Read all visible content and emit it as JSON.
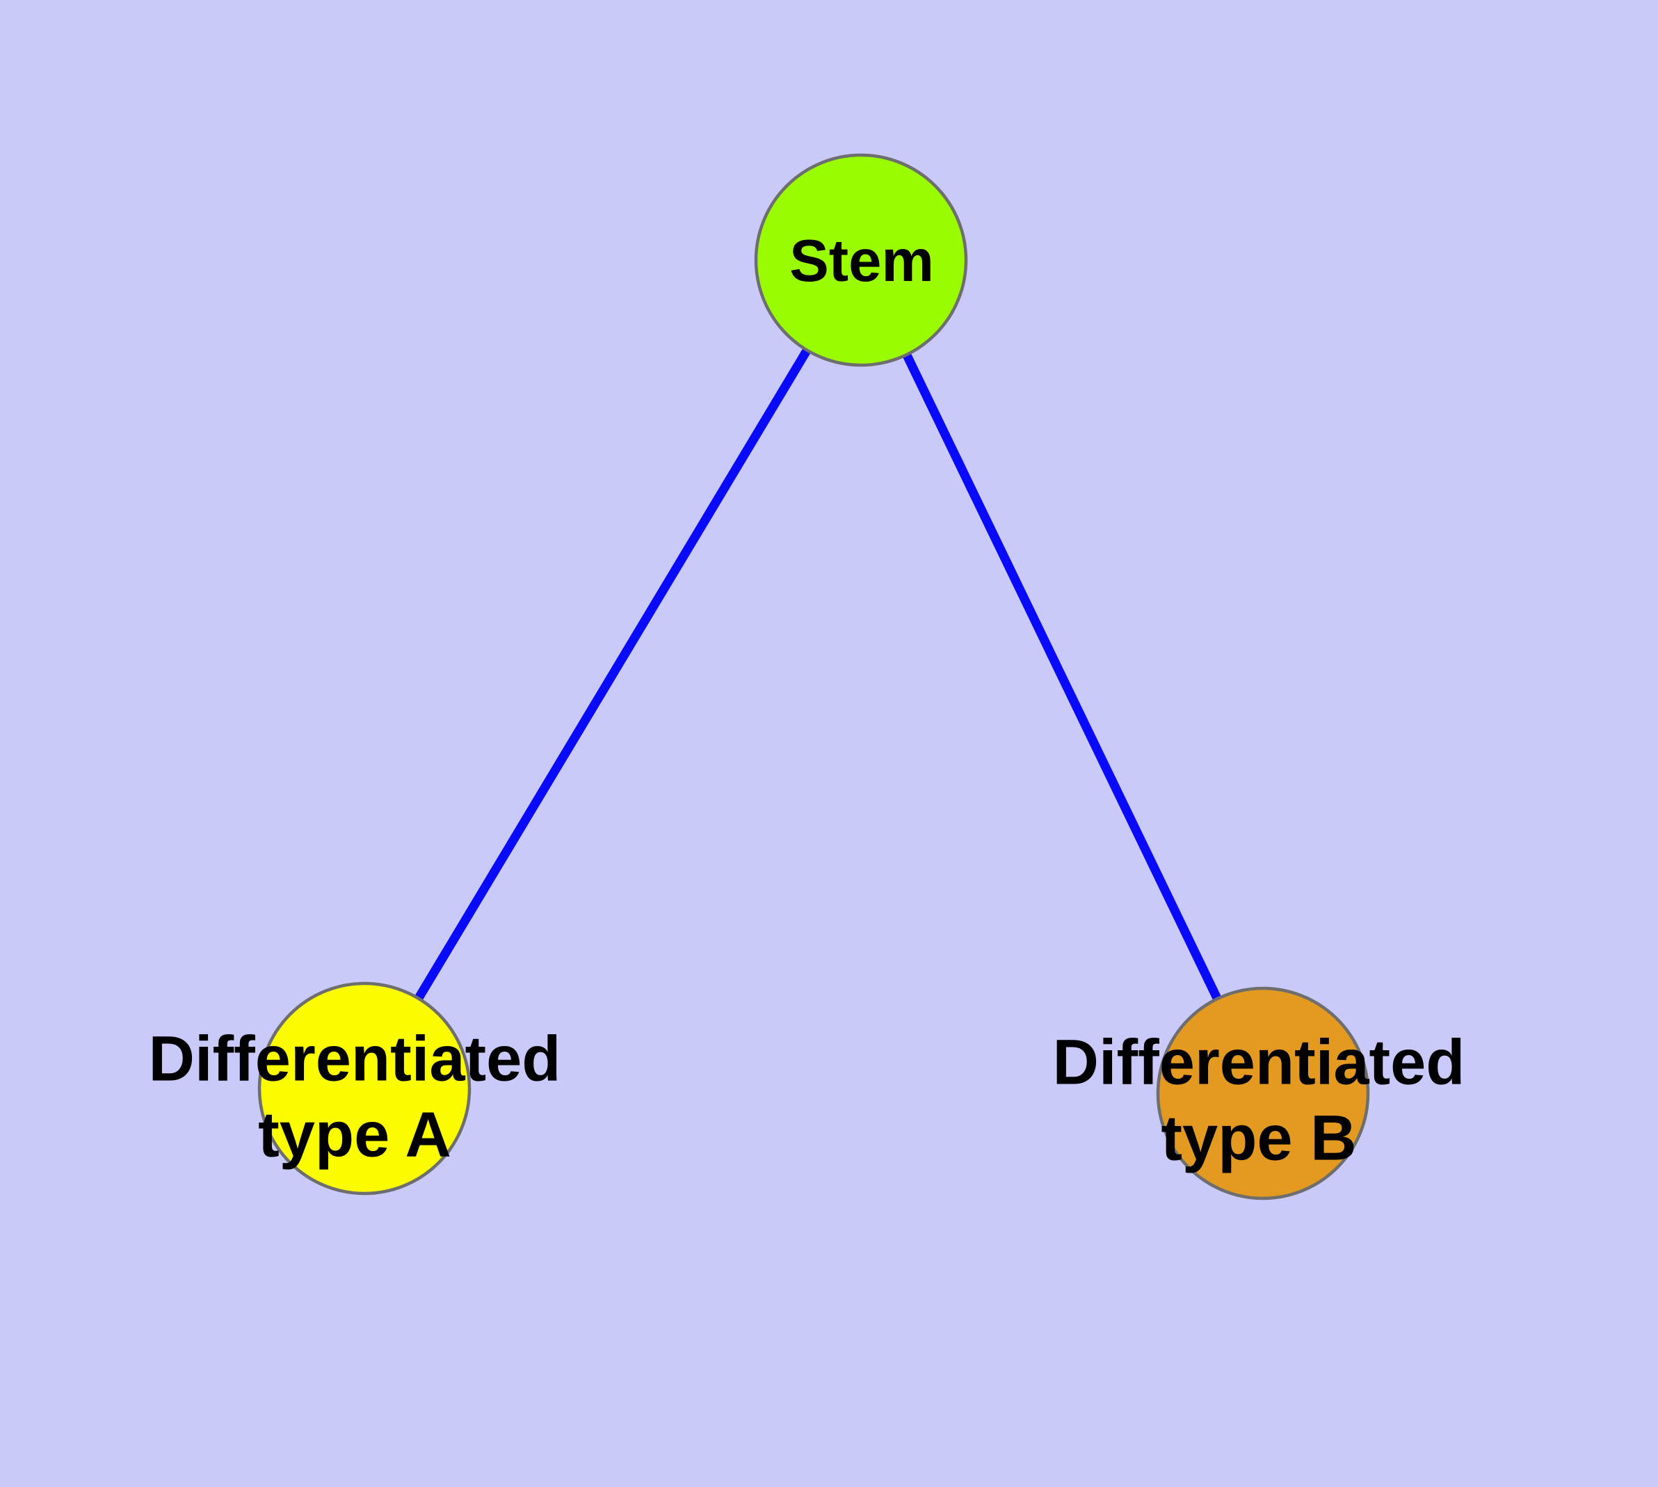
{
  "diagram": {
    "background_color": "#c9c9fa",
    "edge_color": "#0a0afa",
    "node_border_color": "#6e6e6e",
    "label_color": "#000000",
    "nodes": [
      {
        "id": "stem",
        "label": "Stem",
        "fill_color": "#9afc00"
      },
      {
        "id": "differentiated-type-a",
        "label_line1": "Differentiated",
        "label_line2": "type A",
        "fill_color": "#fcfc00"
      },
      {
        "id": "differentiated-type-b",
        "label_line1": "Differentiated",
        "label_line2": "type B",
        "fill_color": "#e49a20"
      }
    ],
    "edges": [
      {
        "from": "Stem",
        "to": "Differentiated type A"
      },
      {
        "from": "Stem",
        "to": "Differentiated type B"
      }
    ]
  }
}
